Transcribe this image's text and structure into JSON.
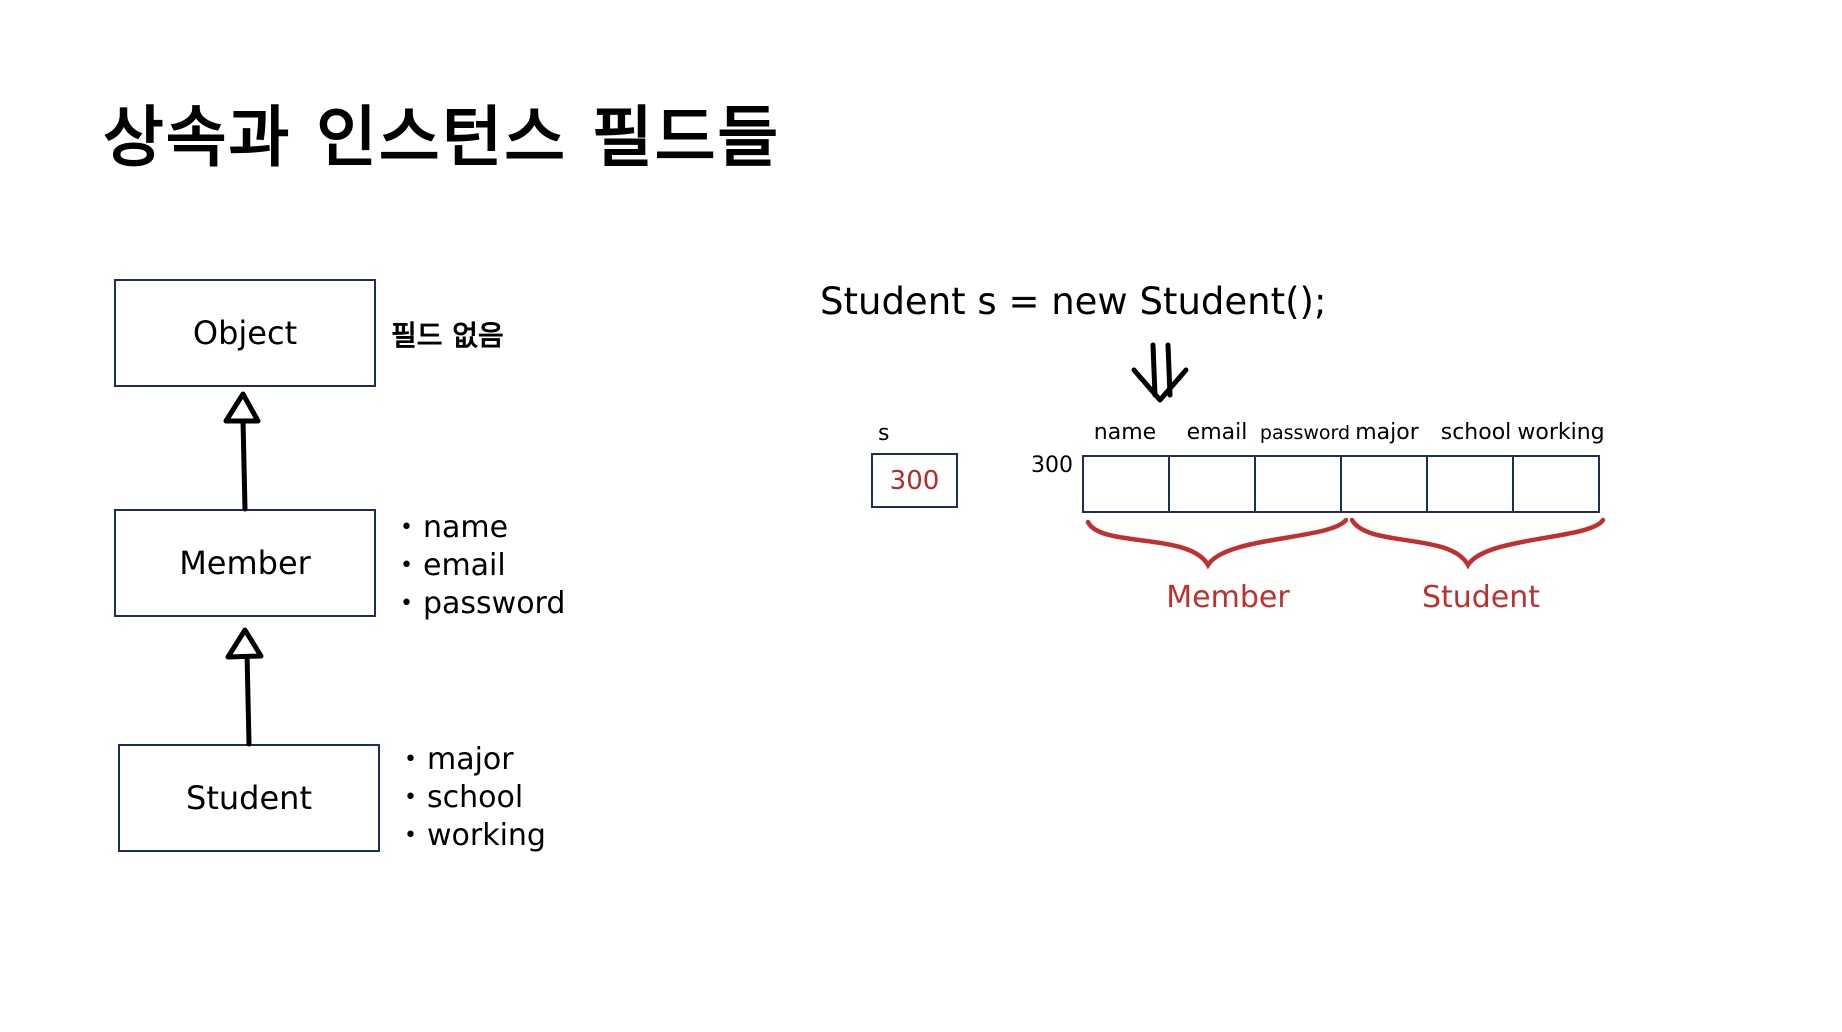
{
  "title": "상속과 인스턴스 필드들",
  "classes": [
    {
      "name": "Object",
      "fields": [],
      "note": "필드 없음"
    },
    {
      "name": "Member",
      "fields": [
        "name",
        "email",
        "password"
      ]
    },
    {
      "name": "Student",
      "fields": [
        "major",
        "school",
        "working"
      ]
    }
  ],
  "bullet": "•",
  "code_line": "Student s = new Student();",
  "variable": {
    "label": "s",
    "value": "300"
  },
  "heap": {
    "address": "300",
    "columns": [
      "name",
      "email",
      "password",
      "major",
      "school",
      "working"
    ],
    "groups": [
      "Member",
      "Student"
    ]
  },
  "colors": {
    "box_border": "#1f2d5c",
    "accent_red": "#c0302f",
    "value_red": "#b52a2a"
  }
}
